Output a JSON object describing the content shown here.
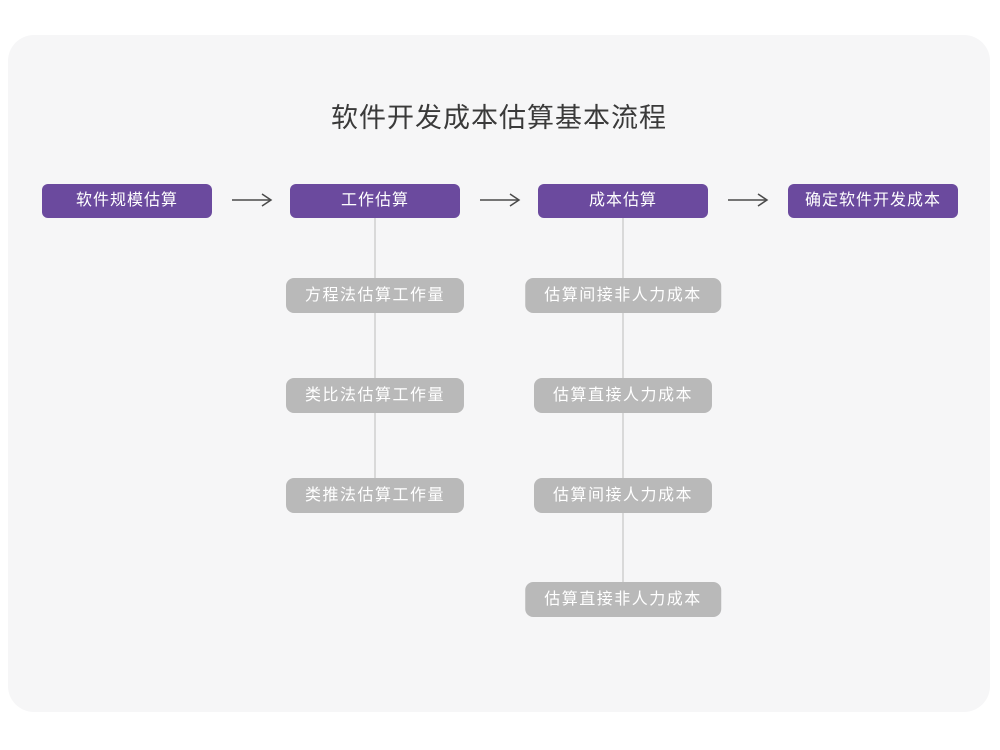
{
  "page": {
    "title": "软件开发成本估算基本流程"
  },
  "colors": {
    "card_background": "#f6f6f7",
    "stage_purple": "#6b4a9e",
    "subbox_gray": "#b9b9b9",
    "connector_line": "#d9d9d9",
    "arrow": "#4a4a4a",
    "title_text": "#3a3a3a",
    "box_text": "#ffffff"
  },
  "flow": {
    "stages": [
      {
        "label": "软件规模估算",
        "children": []
      },
      {
        "label": "工作估算",
        "children": [
          "方程法估算工作量",
          "类比法估算工作量",
          "类推法估算工作量"
        ]
      },
      {
        "label": "成本估算",
        "children": [
          "估算间接非人力成本",
          "估算直接人力成本",
          "估算间接人力成本",
          "估算直接非人力成本"
        ]
      },
      {
        "label": "确定软件开发成本",
        "children": []
      }
    ]
  }
}
